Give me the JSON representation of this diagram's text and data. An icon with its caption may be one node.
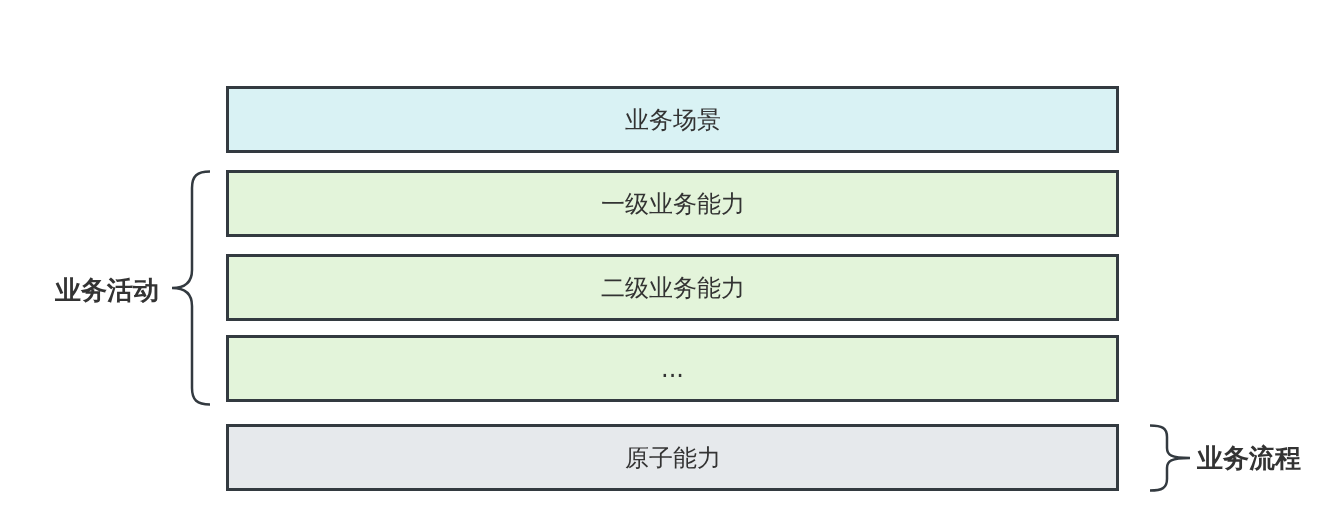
{
  "diagram": {
    "nodes": [
      {
        "text": [
          "业务场景"
        ]
      },
      {
        "text": [
          "一级业务能力"
        ]
      },
      {
        "text": [
          "二级业务能力"
        ]
      },
      {
        "text": [
          "..."
        ]
      },
      {
        "text": [
          "原子能力"
        ]
      }
    ],
    "labels": [
      "业务活动",
      "业务流程"
    ]
  }
}
